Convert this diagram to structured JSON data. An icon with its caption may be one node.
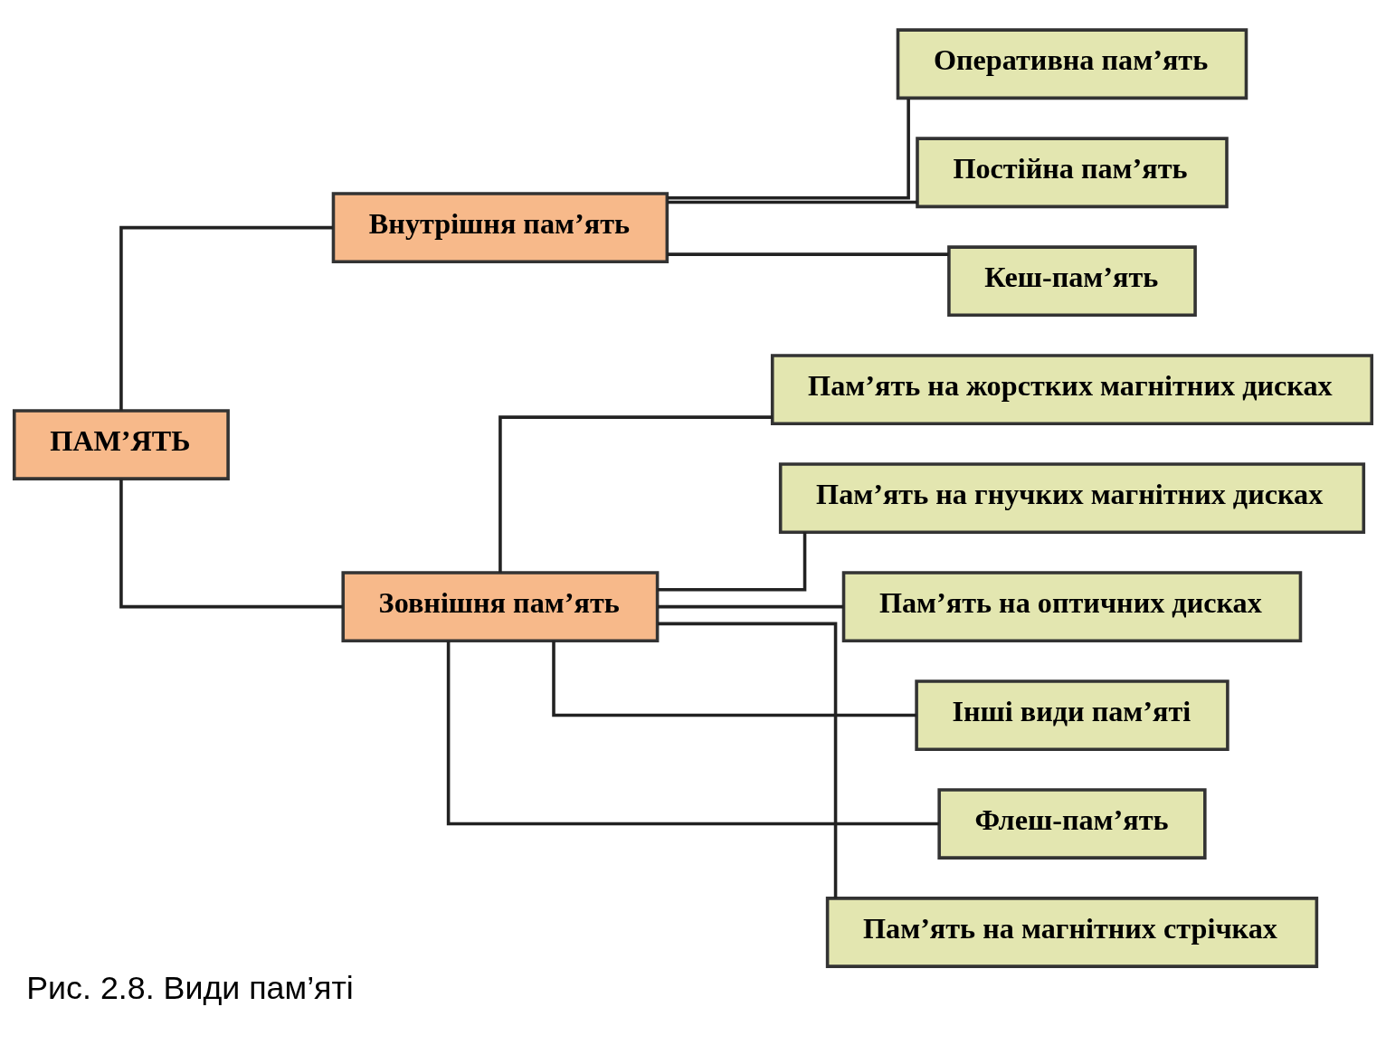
{
  "diagram": {
    "caption": "Рис. 2.8. Види пам’яті",
    "nodes": [
      {
        "text": [
          "ПАМ’ЯТЬ"
        ]
      },
      {
        "text": [
          "Внутрішня пам’ять"
        ]
      },
      {
        "text": [
          "Зовнішня пам’ять"
        ]
      },
      {
        "text": [
          "Оперативна пам’ять"
        ]
      },
      {
        "text": [
          "Постійна пам’ять"
        ]
      },
      {
        "text": [
          "Кеш-пам’ять"
        ]
      },
      {
        "text": [
          "Пам’ять на жорстких магнітних дисках"
        ]
      },
      {
        "text": [
          "Пам’ять на гнучких магнітних дисках"
        ]
      },
      {
        "text": [
          "Пам’ять на оптичних дисках"
        ]
      },
      {
        "text": [
          "Інші види пам’яті"
        ]
      },
      {
        "text": [
          "Флеш-пам’ять"
        ]
      },
      {
        "text": [
          "Пам’ять на магнітних стрічках"
        ]
      }
    ],
    "edges": [
      {
        "from": 0,
        "to": 1,
        "arrow": "none"
      },
      {
        "from": 0,
        "to": 2,
        "arrow": "none"
      },
      {
        "from": 1,
        "to": 3,
        "arrow": "none"
      },
      {
        "from": 1,
        "to": 4,
        "arrow": "none"
      },
      {
        "from": 1,
        "to": 5,
        "arrow": "none"
      },
      {
        "from": 2,
        "to": 6,
        "arrow": "none"
      },
      {
        "from": 2,
        "to": 7,
        "arrow": "none"
      },
      {
        "from": 2,
        "to": 8,
        "arrow": "none"
      },
      {
        "from": 2,
        "to": 9,
        "arrow": "none"
      },
      {
        "from": 2,
        "to": 10,
        "arrow": "none"
      },
      {
        "from": 2,
        "to": 11,
        "arrow": "none"
      }
    ]
  }
}
